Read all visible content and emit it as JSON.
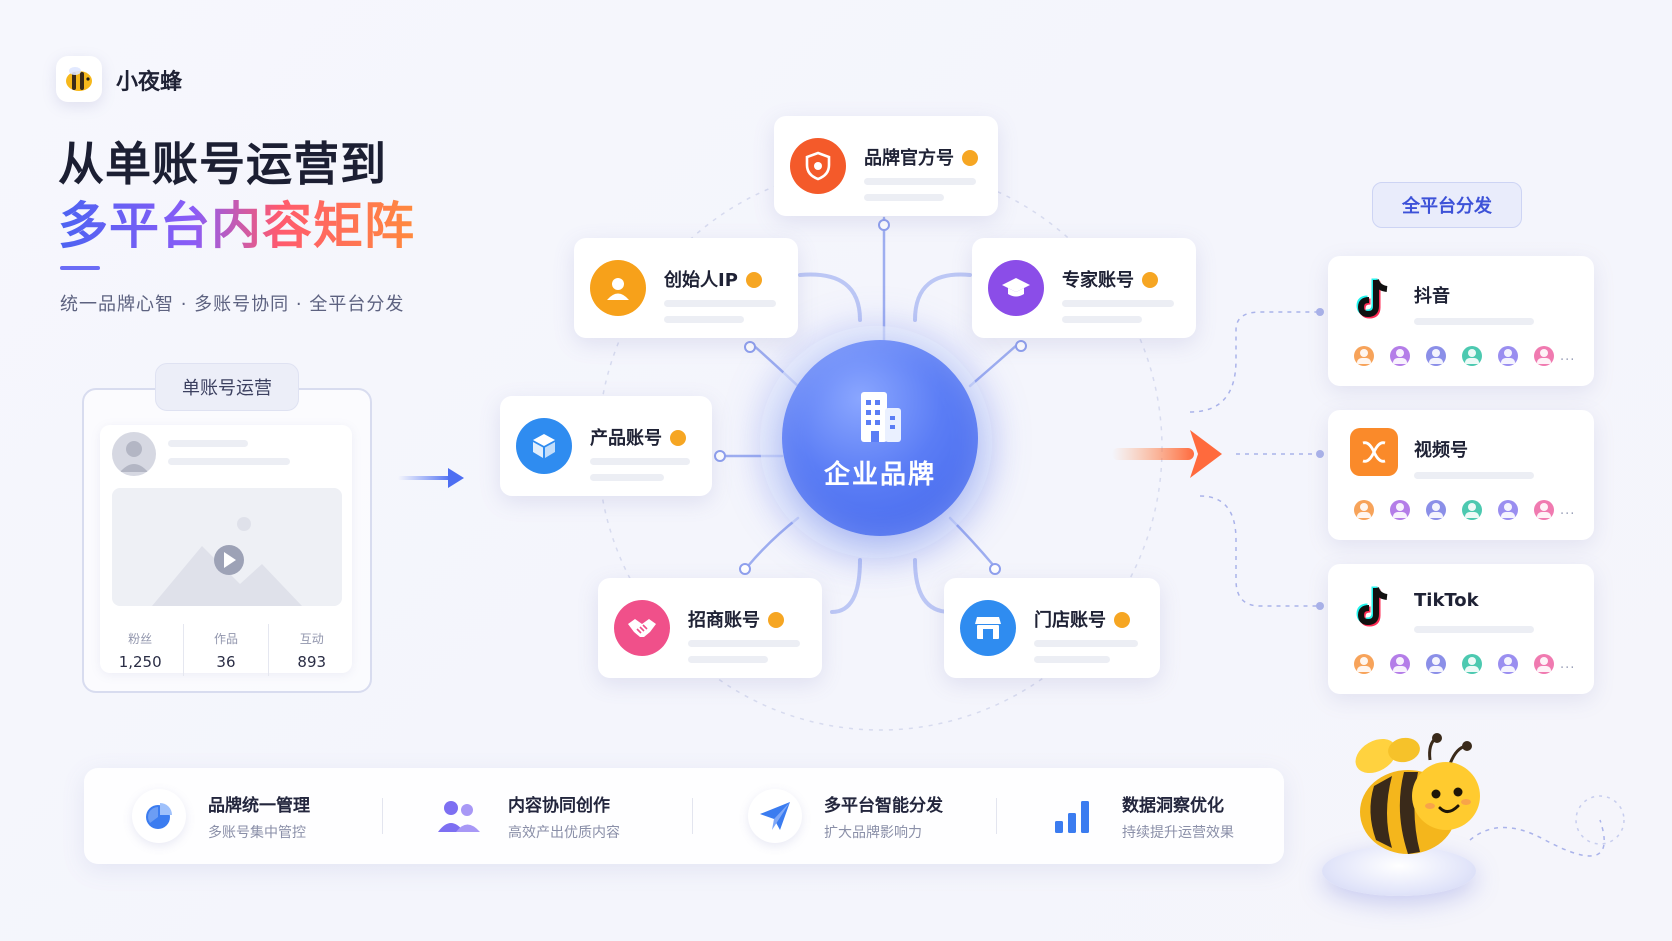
{
  "brand": {
    "name": "小夜蜂",
    "logo_icon": "bee-icon"
  },
  "title": {
    "line1": "从单账号运营到",
    "line2": "多平台内容矩阵"
  },
  "subtitle": "统一品牌心智 · 多账号协同 · 全平台分发",
  "single_account": {
    "tag": "单账号运营",
    "stats": [
      {
        "label": "粉丝",
        "value": "1,250"
      },
      {
        "label": "作品",
        "value": "36"
      },
      {
        "label": "互动",
        "value": "893"
      }
    ]
  },
  "center": {
    "label": "企业品牌",
    "icon": "building-icon"
  },
  "accounts": [
    {
      "name": "品牌官方号",
      "icon": "shield-icon",
      "color": "#f45a2a"
    },
    {
      "name": "创始人IP",
      "icon": "user-icon",
      "color": "#f7a11a"
    },
    {
      "name": "专家账号",
      "icon": "graduation-cap-icon",
      "color": "#8b4de8"
    },
    {
      "name": "产品账号",
      "icon": "cube-icon",
      "color": "#2f8cf0"
    },
    {
      "name": "招商账号",
      "icon": "handshake-icon",
      "color": "#f0508a"
    },
    {
      "name": "门店账号",
      "icon": "store-icon",
      "color": "#2f8cf0"
    }
  ],
  "distribution": {
    "tag": "全平台分发",
    "platforms": [
      {
        "name": "抖音",
        "icon": "douyin-icon"
      },
      {
        "name": "视频号",
        "icon": "channels-icon"
      },
      {
        "name": "TikTok",
        "icon": "tiktok-icon"
      }
    ],
    "more": "..."
  },
  "features": [
    {
      "title": "品牌统一管理",
      "desc": "多账号集中管控",
      "icon": "pie-chart-icon"
    },
    {
      "title": "内容协同创作",
      "desc": "高效产出优质内容",
      "icon": "team-icon"
    },
    {
      "title": "多平台智能分发",
      "desc": "扩大品牌影响力",
      "icon": "send-icon"
    },
    {
      "title": "数据洞察优化",
      "desc": "持续提升运营效果",
      "icon": "bar-chart-icon"
    }
  ],
  "colors": {
    "accent": "#4c63f2",
    "avatar_colors": [
      "#f7a35a",
      "#b47de8",
      "#8b8fe8",
      "#4cc9b0",
      "#9a8ef0",
      "#f07ab0"
    ]
  }
}
